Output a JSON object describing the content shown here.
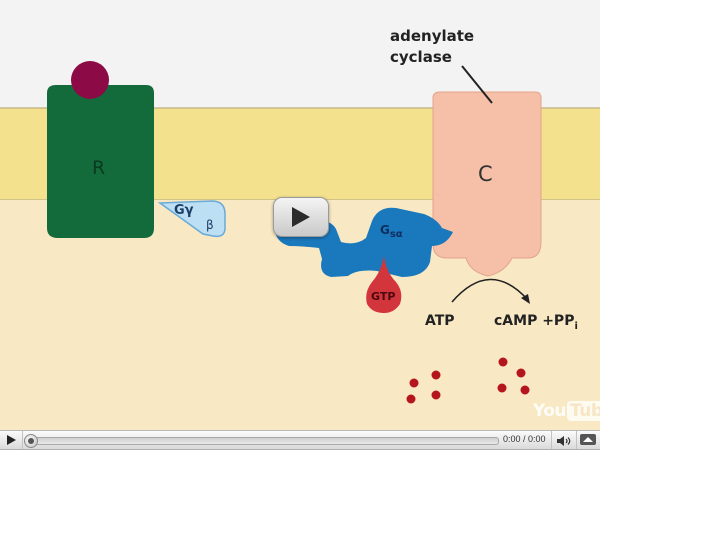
{
  "diagram": {
    "receptor_label": "R",
    "g_beta_gamma_label": "Gγ",
    "beta_label": "β",
    "g_s_alpha_main": "G",
    "g_s_alpha_sub": "sα",
    "gtp_label": "GTP",
    "cyclase_label": "C",
    "cyclase_callout_line1": "adenylate",
    "cyclase_callout_line2": "cyclase",
    "atp_label": "ATP",
    "camp_label": "cAMP +PP",
    "camp_subscript": "i"
  },
  "watermark": {
    "you": "You",
    "tube": "Tube"
  },
  "controls": {
    "time": "0:00 / 0:00",
    "progress": 0
  },
  "icons": [
    "play-icon",
    "play-overlay-icon",
    "volume-icon",
    "menu-icon"
  ],
  "colors": {
    "receptor": "#136b3c",
    "ligand": "#8c0a46",
    "membrane": "#f3e18e",
    "cytoplasm": "#f8e9c4",
    "g_alpha": "#1a78bd",
    "gtp": "#d3353d",
    "cyclase": "#f5bfa8",
    "camp_dots": "#b5161d"
  }
}
